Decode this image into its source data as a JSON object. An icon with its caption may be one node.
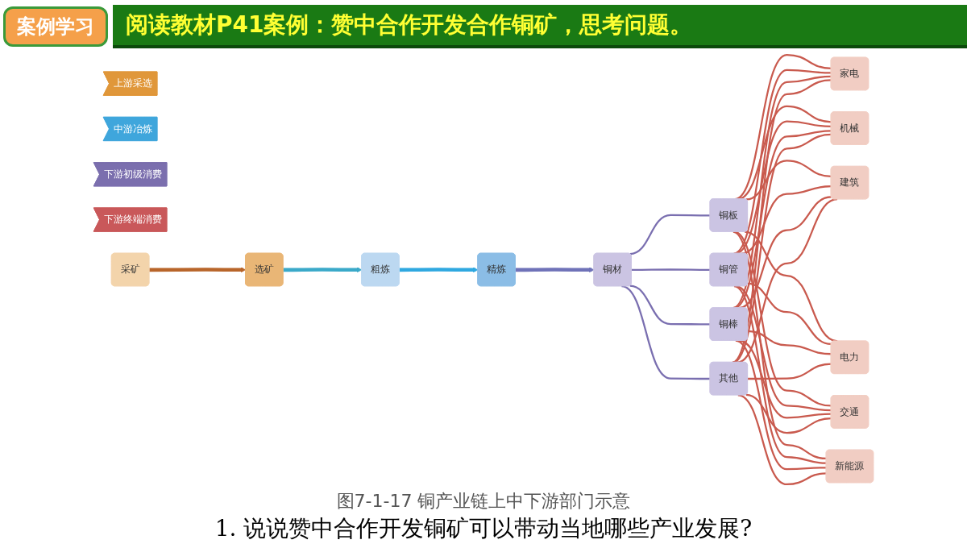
{
  "diagram": {
    "title": "阅读教材P41案例：赞中合作开发合作铜矿，思考问题。",
    "caption": "图7-1-17 铜产业链上中下游部门示意",
    "nodes": [
      {
        "text": [
          "上游采选"
        ]
      },
      {
        "text": [
          "中游冶炼"
        ]
      },
      {
        "text": [
          "下游初级消费"
        ]
      },
      {
        "text": [
          "下游终端消费"
        ]
      },
      {
        "text": [
          "采矿"
        ]
      },
      {
        "text": [
          "选矿"
        ]
      },
      {
        "text": [
          "粗炼"
        ]
      },
      {
        "text": [
          "精炼"
        ]
      },
      {
        "text": [
          "铜材"
        ]
      },
      {
        "text": [
          "铜板"
        ]
      },
      {
        "text": [
          "铜管"
        ]
      },
      {
        "text": [
          "铜棒"
        ]
      },
      {
        "text": [
          "其他"
        ]
      },
      {
        "text": [
          "家电"
        ]
      },
      {
        "text": [
          "机械"
        ]
      },
      {
        "text": [
          "建筑"
        ]
      },
      {
        "text": [
          "电力"
        ]
      },
      {
        "text": [
          "交通"
        ]
      },
      {
        "text": [
          "新能源"
        ]
      }
    ],
    "edges": [
      {
        "from": 4,
        "to": 5,
        "arrow": "to",
        "style": "thick",
        "color": "#b8652a"
      },
      {
        "from": 5,
        "to": 6,
        "arrow": "to",
        "style": "thick",
        "color": "#3aa9c9"
      },
      {
        "from": 6,
        "to": 7,
        "arrow": "to",
        "style": "thick",
        "color": "#2fa8e0"
      },
      {
        "from": 7,
        "to": 8,
        "arrow": "to",
        "style": "thick",
        "color": "#6f72b8"
      },
      {
        "from": 8,
        "to": 9,
        "arrow": "none",
        "color": "#7a6fb0"
      },
      {
        "from": 8,
        "to": 10,
        "arrow": "none",
        "color": "#7a6fb0"
      },
      {
        "from": 8,
        "to": 11,
        "arrow": "none",
        "color": "#7a6fb0"
      },
      {
        "from": 8,
        "to": 12,
        "arrow": "none",
        "color": "#7a6fb0"
      },
      {
        "from": 9,
        "to": 13,
        "arrow": "none"
      },
      {
        "from": 9,
        "to": 14,
        "arrow": "none"
      },
      {
        "from": 9,
        "to": 15,
        "arrow": "none"
      },
      {
        "from": 9,
        "to": 16,
        "arrow": "none"
      },
      {
        "from": 9,
        "to": 17,
        "arrow": "none"
      },
      {
        "from": 9,
        "to": 18,
        "arrow": "none"
      },
      {
        "from": 10,
        "to": 13,
        "arrow": "none"
      },
      {
        "from": 10,
        "to": 14,
        "arrow": "none"
      },
      {
        "from": 10,
        "to": 15,
        "arrow": "none"
      },
      {
        "from": 10,
        "to": 16,
        "arrow": "none"
      },
      {
        "from": 10,
        "to": 17,
        "arrow": "none"
      },
      {
        "from": 10,
        "to": 18,
        "arrow": "none"
      },
      {
        "from": 11,
        "to": 13,
        "arrow": "none"
      },
      {
        "from": 11,
        "to": 14,
        "arrow": "none"
      },
      {
        "from": 11,
        "to": 15,
        "arrow": "none"
      },
      {
        "from": 11,
        "to": 16,
        "arrow": "none"
      },
      {
        "from": 11,
        "to": 17,
        "arrow": "none"
      },
      {
        "from": 11,
        "to": 18,
        "arrow": "none"
      },
      {
        "from": 12,
        "to": 13,
        "arrow": "none"
      },
      {
        "from": 12,
        "to": 14,
        "arrow": "none"
      },
      {
        "from": 12,
        "to": 15,
        "arrow": "none"
      },
      {
        "from": 12,
        "to": 16,
        "arrow": "none"
      },
      {
        "from": 12,
        "to": 17,
        "arrow": "none"
      },
      {
        "from": 12,
        "to": 18,
        "arrow": "none"
      }
    ],
    "labels": [
      "案例学习",
      "1. 说说赞中合作开发铜矿可以带动当地哪些产业发展?"
    ]
  }
}
